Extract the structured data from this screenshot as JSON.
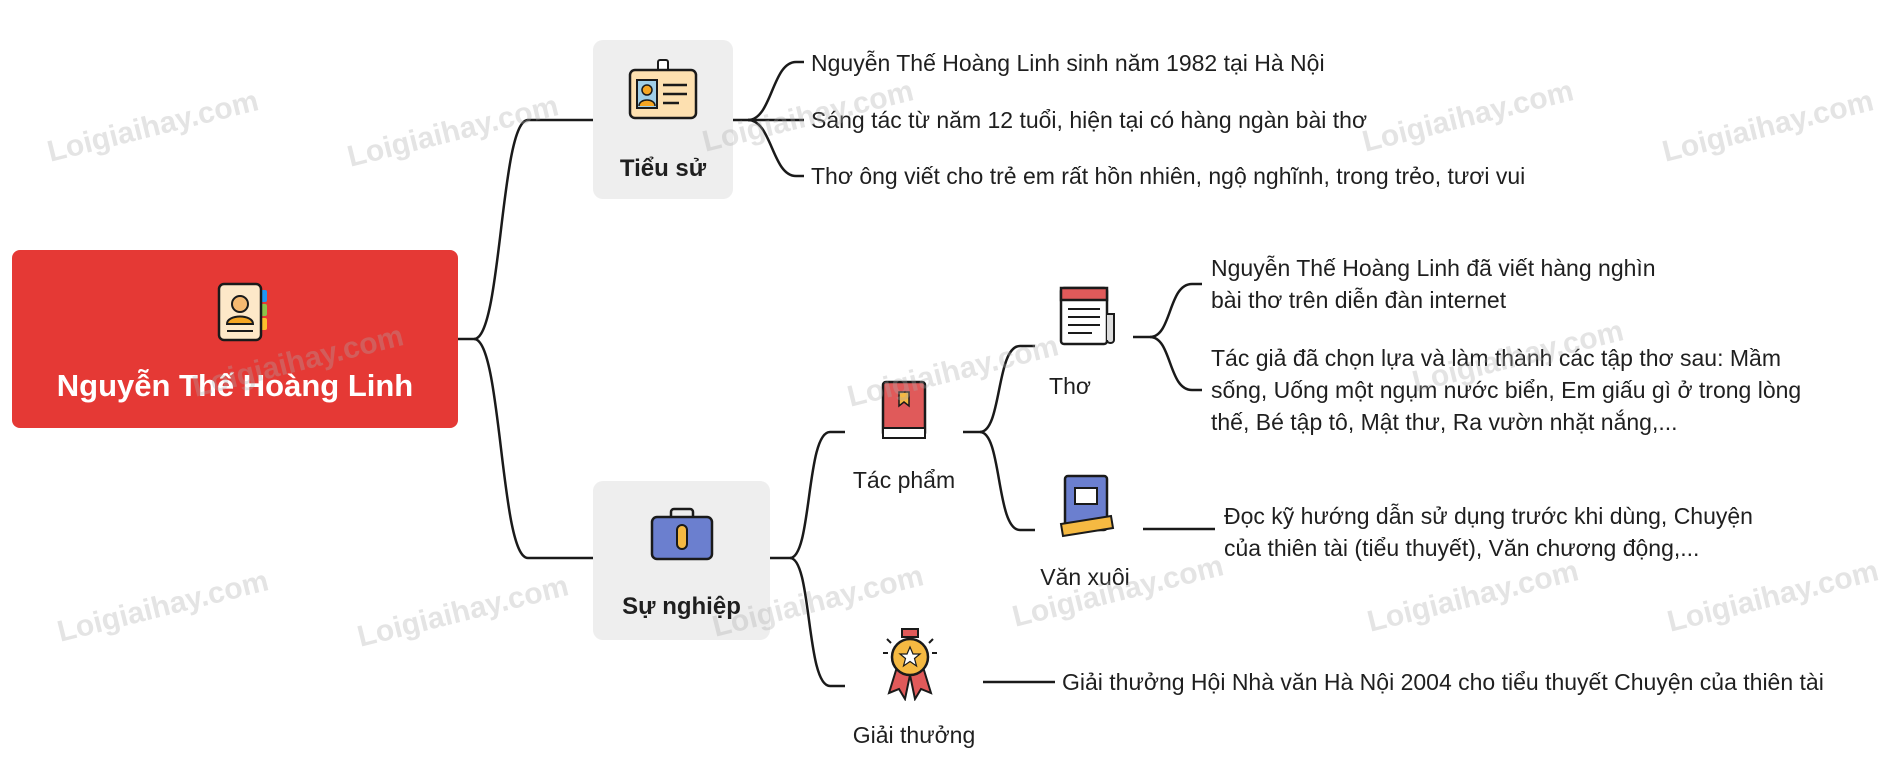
{
  "root": {
    "title": "Nguyễn Thế Hoàng Linh"
  },
  "biography": {
    "label": "Tiểu sử",
    "items": [
      "Nguyễn Thế Hoàng Linh sinh năm 1982 tại Hà Nội",
      "Sáng tác từ năm 12 tuổi, hiện tại có hàng ngàn bài thơ",
      "Thơ ông viết cho trẻ em rất hồn nhiên, ngộ nghĩnh, trong trẻo, tươi vui"
    ]
  },
  "career": {
    "label": "Sự nghiệp",
    "works": {
      "label": "Tác phẩm",
      "poetry": {
        "label": "Thơ",
        "items": [
          {
            "lines": [
              "Nguyễn Thế Hoàng Linh đã viết hàng nghìn",
              "bài thơ trên diễn đàn internet"
            ]
          },
          {
            "lines": [
              "Tác giả đã chọn lựa và làm thành các tập thơ sau: Mầm",
              "sống, Uống một ngụm nước biển, Em giấu gì ở trong lòng",
              "thế, Bé tập tô, Mật thư, Ra vườn nhặt nắng,..."
            ]
          }
        ]
      },
      "prose": {
        "label": "Văn xuôi",
        "lines": [
          "Đọc kỹ hướng dẫn sử dụng trước khi dùng, Chuyện",
          "của thiên tài (tiểu thuyết), Văn chương động,..."
        ]
      }
    },
    "awards": {
      "label": "Giải thưởng",
      "text": "Giải thưởng Hội Nhà văn Hà Nội 2004 cho tiểu thuyết Chuyện của thiên tài"
    }
  },
  "watermark": "Loigiaihay.com",
  "colors": {
    "root": "#e53935",
    "box": "#eeeeee",
    "line": "#1a1a1a"
  },
  "icons": {
    "root": "contact-book-icon",
    "biography": "id-badge-icon",
    "career": "briefcase-icon",
    "works": "red-book-icon",
    "poetry": "newspaper-icon",
    "prose": "blue-book-icon",
    "awards": "medal-icon"
  }
}
